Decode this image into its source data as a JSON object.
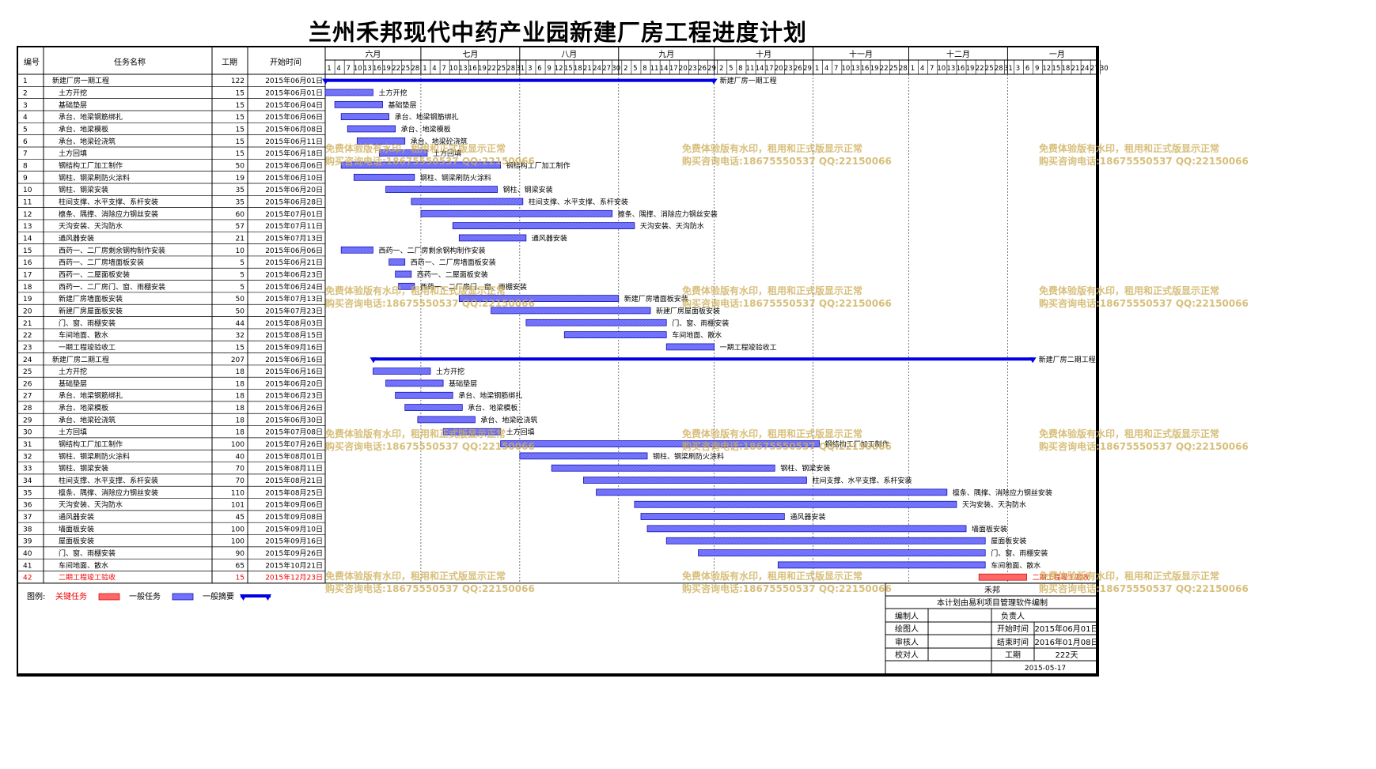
{
  "title": "兰州禾邦现代中药产业园新建厂房工程进度计划",
  "colors": {
    "bar_fill": "#7777ff",
    "bar_border": "#0000aa",
    "summary": "#0000e6",
    "critical_fill": "#ff6666",
    "critical_text": "#ee0000",
    "watermark": "#cdaf5a"
  },
  "header": {
    "col_id": "编号",
    "col_name": "任务名称",
    "col_duration": "工期",
    "col_start": "开始时间"
  },
  "timescale": {
    "months": [
      {
        "label": "六月",
        "days": [
          1,
          4,
          7,
          10,
          13,
          16,
          19,
          22,
          25,
          28
        ]
      },
      {
        "label": "七月",
        "days": [
          1,
          4,
          7,
          10,
          13,
          16,
          19,
          22,
          25,
          28,
          31
        ]
      },
      {
        "label": "八月",
        "days": [
          3,
          6,
          9,
          12,
          15,
          18,
          21,
          24,
          27,
          30
        ]
      },
      {
        "label": "九月",
        "days": [
          2,
          5,
          8,
          11,
          14,
          17,
          20,
          23,
          26,
          29
        ]
      },
      {
        "label": "十月",
        "days": [
          2,
          5,
          8,
          11,
          14,
          17,
          20,
          23,
          26,
          29
        ]
      },
      {
        "label": "十一月",
        "days": [
          1,
          4,
          7,
          10,
          13,
          16,
          19,
          22,
          25,
          28
        ]
      },
      {
        "label": "十二月",
        "days": [
          1,
          4,
          7,
          10,
          13,
          16,
          19,
          22,
          25,
          28,
          31
        ]
      },
      {
        "label": "一月",
        "days": [
          3,
          6,
          9,
          12,
          15,
          18,
          21,
          24,
          27,
          30
        ]
      }
    ]
  },
  "chart_data": {
    "type": "gantt",
    "x_axis": {
      "start": "2015-06-01",
      "end": "2016-01-31",
      "unit": "day"
    },
    "tasks": [
      {
        "id": "1",
        "name": "新建厂房一期工程",
        "duration": 122,
        "start": "2015年06月01日",
        "bar_start": "2015-06-01",
        "kind": "summary",
        "label": "新建厂房一期工程"
      },
      {
        "id": "2",
        "name": "土方开挖",
        "duration": 15,
        "start": "2015年06月01日",
        "bar_start": "2015-06-01",
        "kind": "normal",
        "label": "土方开挖"
      },
      {
        "id": "3",
        "name": "基础垫层",
        "duration": 15,
        "start": "2015年06月04日",
        "bar_start": "2015-06-04",
        "kind": "normal",
        "label": "基础垫层"
      },
      {
        "id": "4",
        "name": "承台、地梁钢筋绑扎",
        "duration": 15,
        "start": "2015年06月06日",
        "bar_start": "2015-06-06",
        "kind": "normal",
        "label": "承台、地梁钢筋绑扎"
      },
      {
        "id": "5",
        "name": "承台、地梁模板",
        "duration": 15,
        "start": "2015年06月08日",
        "bar_start": "2015-06-08",
        "kind": "normal",
        "label": "承台、地梁模板"
      },
      {
        "id": "6",
        "name": "承台、地梁砼浇筑",
        "duration": 15,
        "start": "2015年06月11日",
        "bar_start": "2015-06-11",
        "kind": "normal",
        "label": "承台、地梁砼浇筑"
      },
      {
        "id": "7",
        "name": "土方回填",
        "duration": 15,
        "start": "2015年06月18日",
        "bar_start": "2015-06-18",
        "kind": "normal",
        "label": "土方回填"
      },
      {
        "id": "8",
        "name": "钢结构工厂加工制作",
        "duration": 50,
        "start": "2015年06月06日",
        "bar_start": "2015-06-06",
        "kind": "normal",
        "label": "钢结构工厂加工制作"
      },
      {
        "id": "9",
        "name": "钢柱、钢梁刷防火涂料",
        "duration": 19,
        "start": "2015年06月10日",
        "bar_start": "2015-06-10",
        "kind": "normal",
        "label": "钢柱、钢梁刷防火涂料"
      },
      {
        "id": "10",
        "name": "钢柱、钢梁安装",
        "duration": 35,
        "start": "2015年06月20日",
        "bar_start": "2015-06-20",
        "kind": "normal",
        "label": "钢柱、钢梁安装"
      },
      {
        "id": "11",
        "name": "柱间支撑、水平支撑、系杆安装",
        "duration": 35,
        "start": "2015年06月28日",
        "bar_start": "2015-06-28",
        "kind": "normal",
        "label": "柱间支撑、水平支撑、系杆安装"
      },
      {
        "id": "12",
        "name": "檩条、隅撑、消除应力钢丝安装",
        "duration": 60,
        "start": "2015年07月01日",
        "bar_start": "2015-07-01",
        "kind": "normal",
        "label": "檩条、隅撑、消除应力钢丝安装"
      },
      {
        "id": "13",
        "name": "天沟安装、天沟防水",
        "duration": 57,
        "start": "2015年07月11日",
        "bar_start": "2015-07-11",
        "kind": "normal",
        "label": "天沟安装、天沟防水"
      },
      {
        "id": "14",
        "name": "通风器安装",
        "duration": 21,
        "start": "2015年07月13日",
        "bar_start": "2015-07-13",
        "kind": "normal",
        "label": "通风器安装"
      },
      {
        "id": "15",
        "name": "西药一、二厂房剩余钢构制作安装",
        "duration": 10,
        "start": "2015年06月06日",
        "bar_start": "2015-06-06",
        "kind": "normal",
        "label": "西药一、二厂房剩余钢构制作安装"
      },
      {
        "id": "16",
        "name": "西药一、二厂房墙面板安装",
        "duration": 5,
        "start": "2015年06月21日",
        "bar_start": "2015-06-21",
        "kind": "normal",
        "label": "西药一、二厂房墙面板安装"
      },
      {
        "id": "17",
        "name": "西药一、二屋面板安装",
        "duration": 5,
        "start": "2015年06月23日",
        "bar_start": "2015-06-23",
        "kind": "normal",
        "label": "西药一、二屋面板安装"
      },
      {
        "id": "18",
        "name": "西药一、二厂房门、窗、雨棚安装",
        "duration": 5,
        "start": "2015年06月24日",
        "bar_start": "2015-06-24",
        "kind": "normal",
        "label": "西药一、二厂房门、窗、雨棚安装"
      },
      {
        "id": "19",
        "name": "新建厂房墙面板安装",
        "duration": 50,
        "start": "2015年07月13日",
        "bar_start": "2015-07-13",
        "kind": "normal",
        "label": "新建厂房墙面板安装"
      },
      {
        "id": "20",
        "name": "新建厂房屋面板安装",
        "duration": 50,
        "start": "2015年07月23日",
        "bar_start": "2015-07-23",
        "kind": "normal",
        "label": "新建厂房屋面板安装"
      },
      {
        "id": "21",
        "name": "门、窗、雨棚安装",
        "duration": 44,
        "start": "2015年08月03日",
        "bar_start": "2015-08-03",
        "kind": "normal",
        "label": "门、窗、雨棚安装"
      },
      {
        "id": "22",
        "name": "车间地面、散水",
        "duration": 32,
        "start": "2015年08月15日",
        "bar_start": "2015-08-15",
        "kind": "normal",
        "label": "车间地面、散水"
      },
      {
        "id": "23",
        "name": "一期工程竣验收工",
        "duration": 15,
        "start": "2015年09月16日",
        "bar_start": "2015-09-16",
        "kind": "normal",
        "label": "一期工程竣验收工"
      },
      {
        "id": "24",
        "name": "新建厂房二期工程",
        "duration": 207,
        "start": "2015年06月16日",
        "bar_start": "2015-06-16",
        "kind": "summary",
        "label": "新建厂房二期工程"
      },
      {
        "id": "25",
        "name": "土方开挖",
        "duration": 18,
        "start": "2015年06月16日",
        "bar_start": "2015-06-16",
        "kind": "normal",
        "label": "土方开挖"
      },
      {
        "id": "26",
        "name": "基础垫层",
        "duration": 18,
        "start": "2015年06月20日",
        "bar_start": "2015-06-20",
        "kind": "normal",
        "label": "基础垫层"
      },
      {
        "id": "27",
        "name": "承台、地梁钢筋绑扎",
        "duration": 18,
        "start": "2015年06月23日",
        "bar_start": "2015-06-23",
        "kind": "normal",
        "label": "承台、地梁钢筋绑扎"
      },
      {
        "id": "28",
        "name": "承台、地梁模板",
        "duration": 18,
        "start": "2015年06月26日",
        "bar_start": "2015-06-26",
        "kind": "normal",
        "label": "承台、地梁模板"
      },
      {
        "id": "29",
        "name": "承台、地梁砼浇筑",
        "duration": 18,
        "start": "2015年06月30日",
        "bar_start": "2015-06-30",
        "kind": "normal",
        "label": "承台、地梁砼浇筑"
      },
      {
        "id": "30",
        "name": "土方回填",
        "duration": 18,
        "start": "2015年07月08日",
        "bar_start": "2015-07-08",
        "kind": "normal",
        "label": "土方回填"
      },
      {
        "id": "31",
        "name": "钢结构工厂加工制作",
        "duration": 100,
        "start": "2015年07月26日",
        "bar_start": "2015-07-26",
        "kind": "normal",
        "label": "钢结构工厂加工制作"
      },
      {
        "id": "32",
        "name": "钢柱、钢梁刷防火涂料",
        "duration": 40,
        "start": "2015年08月01日",
        "bar_start": "2015-08-01",
        "kind": "normal",
        "label": "钢柱、钢梁刷防火涂料"
      },
      {
        "id": "33",
        "name": "钢柱、钢梁安装",
        "duration": 70,
        "start": "2015年08月11日",
        "bar_start": "2015-08-11",
        "kind": "normal",
        "label": "钢柱、钢梁安装"
      },
      {
        "id": "34",
        "name": "柱间支撑、水平支撑、系杆安装",
        "duration": 70,
        "start": "2015年08月21日",
        "bar_start": "2015-08-21",
        "kind": "normal",
        "label": "柱间支撑、水平支撑、系杆安装"
      },
      {
        "id": "35",
        "name": "檩条、隅撑、消除应力钢丝安装",
        "duration": 110,
        "start": "2015年08月25日",
        "bar_start": "2015-08-25",
        "kind": "normal",
        "label": "檩条、隅撑、消除应力钢丝安装"
      },
      {
        "id": "36",
        "name": "天沟安装、天沟防水",
        "duration": 101,
        "start": "2015年09月06日",
        "bar_start": "2015-09-06",
        "kind": "normal",
        "label": "天沟安装、天沟防水"
      },
      {
        "id": "37",
        "name": "通风器安装",
        "duration": 45,
        "start": "2015年09月08日",
        "bar_start": "2015-09-08",
        "kind": "normal",
        "label": "通风器安装"
      },
      {
        "id": "38",
        "name": "墙面板安装",
        "duration": 100,
        "start": "2015年09月10日",
        "bar_start": "2015-09-10",
        "kind": "normal",
        "label": "墙面板安装"
      },
      {
        "id": "39",
        "name": "屋面板安装",
        "duration": 100,
        "start": "2015年09月16日",
        "bar_start": "2015-09-16",
        "kind": "normal",
        "label": "屋面板安装"
      },
      {
        "id": "40",
        "name": "门、窗、雨棚安装",
        "duration": 90,
        "start": "2015年09月26日",
        "bar_start": "2015-09-26",
        "kind": "normal",
        "label": "门、窗、雨棚安装"
      },
      {
        "id": "41",
        "name": "车间地面、散水",
        "duration": 65,
        "start": "2015年10月21日",
        "bar_start": "2015-10-21",
        "kind": "normal",
        "label": "车间地面、散水"
      },
      {
        "id": "42",
        "name": "二期工程竣工验收",
        "duration": 15,
        "start": "2015年12月23日",
        "bar_start": "2015-12-23",
        "kind": "critical",
        "label": "二期工程竣工验收"
      }
    ]
  },
  "legend": {
    "title": "图例:",
    "critical": "关键任务",
    "normal": "一般任务",
    "summary": "一般摘要"
  },
  "info": {
    "company": "禾邦",
    "software": "本计划由易利项目管理软件编制",
    "compiler_label": "编制人",
    "compiler_value": "",
    "owner_label": "负责人",
    "owner_value": "",
    "drawer_label": "绘图人",
    "drawer_value": "",
    "start_label": "开始时间",
    "start_value": "2015年06月01日",
    "auditor_label": "审核人",
    "auditor_value": "",
    "end_label": "结束时间",
    "end_value": "2016年01月08日",
    "checker_label": "校对人",
    "checker_value": "",
    "duration_label": "工期",
    "duration_value": "222天",
    "date": "2015-05-17"
  },
  "watermark": {
    "line1": "免费体验版有水印，租用和正式版显示正常",
    "line2": "购买咨询电话:18675550537 QQ:22150066"
  }
}
